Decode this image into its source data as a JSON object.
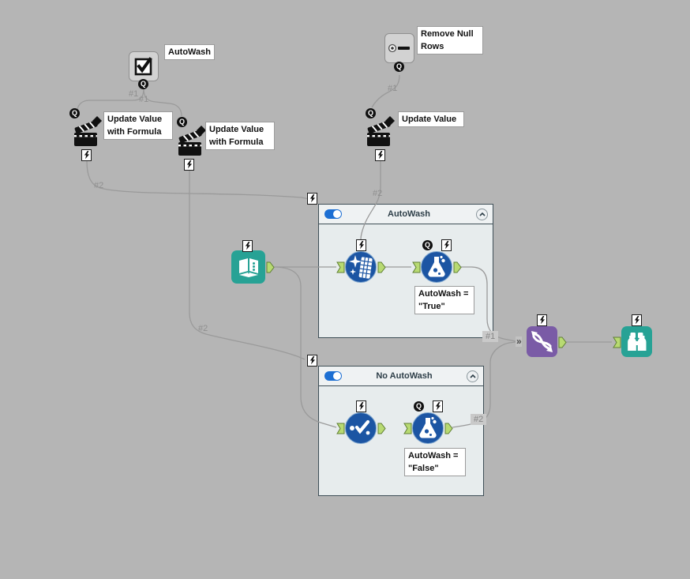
{
  "labels": {
    "checkbox_annotation": "AutoWash",
    "action1_annotation": "Update Value\nwith Formula",
    "action2_annotation": "Update Value\nwith Formula",
    "radio_annotation": "Remove Null\nRows",
    "action3_annotation": "Update Value",
    "formula_true_annotation": "AutoWash =\n\"True\"",
    "formula_false_annotation": "AutoWash =\n\"False\""
  },
  "containers": {
    "autowash": {
      "title": "AutoWash",
      "enabled": true
    },
    "no_autowash": {
      "title": "No AutoWash",
      "enabled": true
    }
  },
  "connection_labels": {
    "checkbox_to_action1": "#1",
    "checkbox_to_action2": "#1",
    "radio_to_action3": "#1",
    "action1_to_container": "#2",
    "action2_to_container": "#2",
    "action3_to_tool": "#2",
    "true_branch_to_union": "#1",
    "false_branch_to_union": "#2"
  },
  "badges": {
    "question": "Q"
  },
  "anchors": {
    "union_multi_input": "»"
  },
  "colors": {
    "canvas": "#b5b5b5",
    "wire": "#9a9a9a",
    "tool_blue": "#1c55a3",
    "teal": "#27a295",
    "purple": "#7a5ba6",
    "anchor_green": "#b8da72",
    "toggle_blue": "#1d6fd3",
    "container_bg": "#e7eced",
    "container_border": "#3e4e56"
  }
}
